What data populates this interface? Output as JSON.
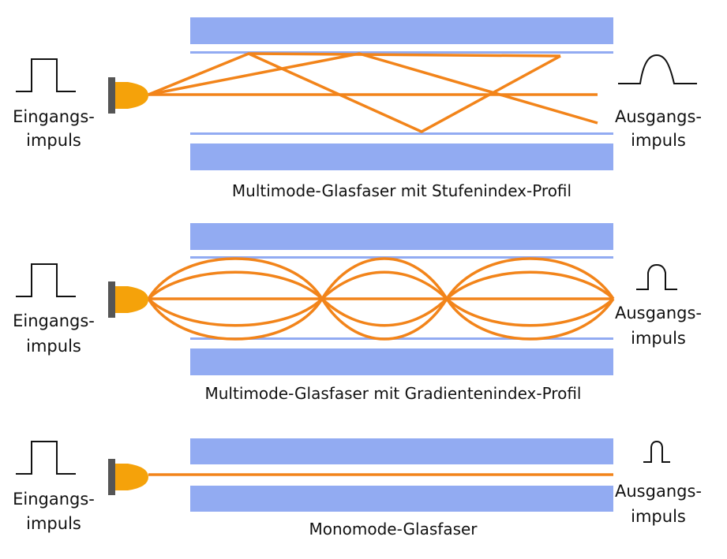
{
  "colors": {
    "cladding": "#92abf2",
    "ray": "#f2841a",
    "source_body": "#f5a20a",
    "source_highlight": "#fde06a",
    "source_mount": "#555555",
    "pulse": "#111111",
    "text": "#111111"
  },
  "panels": [
    {
      "input_label": [
        "Eingangs-",
        "impuls"
      ],
      "output_label": [
        "Ausgangs-",
        "impuls"
      ],
      "caption": "Multimode-Glasfaser mit Stufenindex-Profil",
      "fiber_type": "multimode-step-index"
    },
    {
      "input_label": [
        "Eingangs-",
        "impuls"
      ],
      "output_label": [
        "Ausgangs-",
        "impuls"
      ],
      "caption": "Multimode-Glasfaser mit Gradientenindex-Profil",
      "fiber_type": "multimode-graded-index"
    },
    {
      "input_label": [
        "Eingangs-",
        "impuls"
      ],
      "output_label": [
        "Ausgangs-",
        "impuls"
      ],
      "caption": "Monomode-Glasfaser",
      "fiber_type": "single-mode"
    }
  ]
}
